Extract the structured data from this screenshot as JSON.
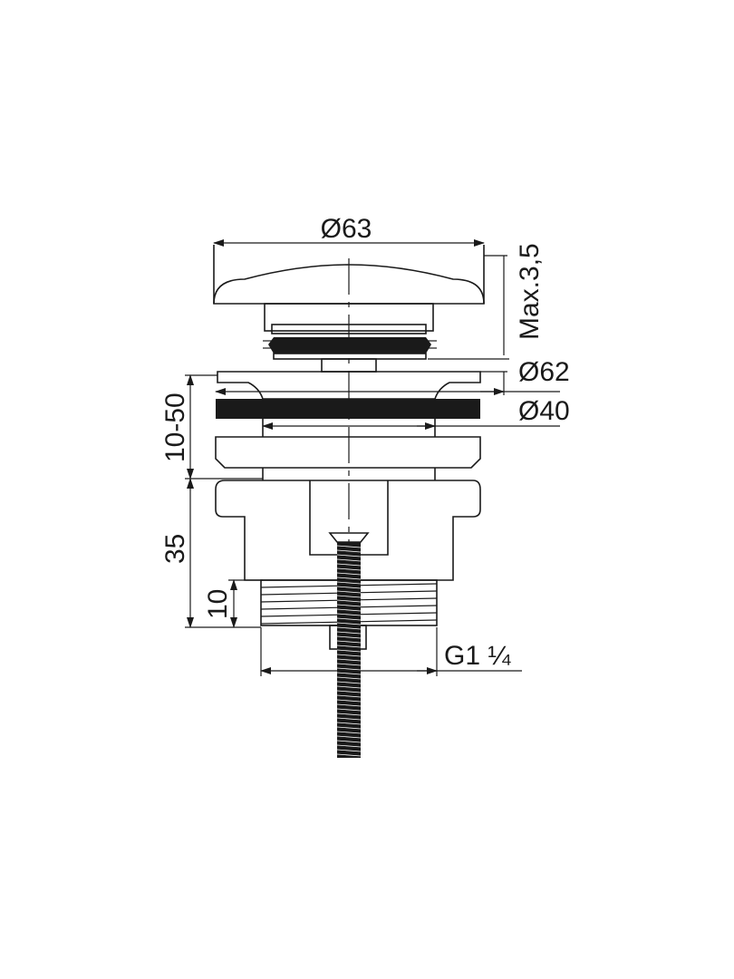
{
  "diagram": {
    "dimensions": {
      "cap_diameter": "Ø63",
      "max_lift": "Max.3,5",
      "flange_diameter": "Ø62",
      "body_diameter": "Ø40",
      "clamping_range": "10-50",
      "body_height": "35",
      "thread_length": "10",
      "thread_size": "G1 ¼"
    },
    "colors": {
      "line": "#1a1a1a",
      "background": "#ffffff"
    }
  }
}
